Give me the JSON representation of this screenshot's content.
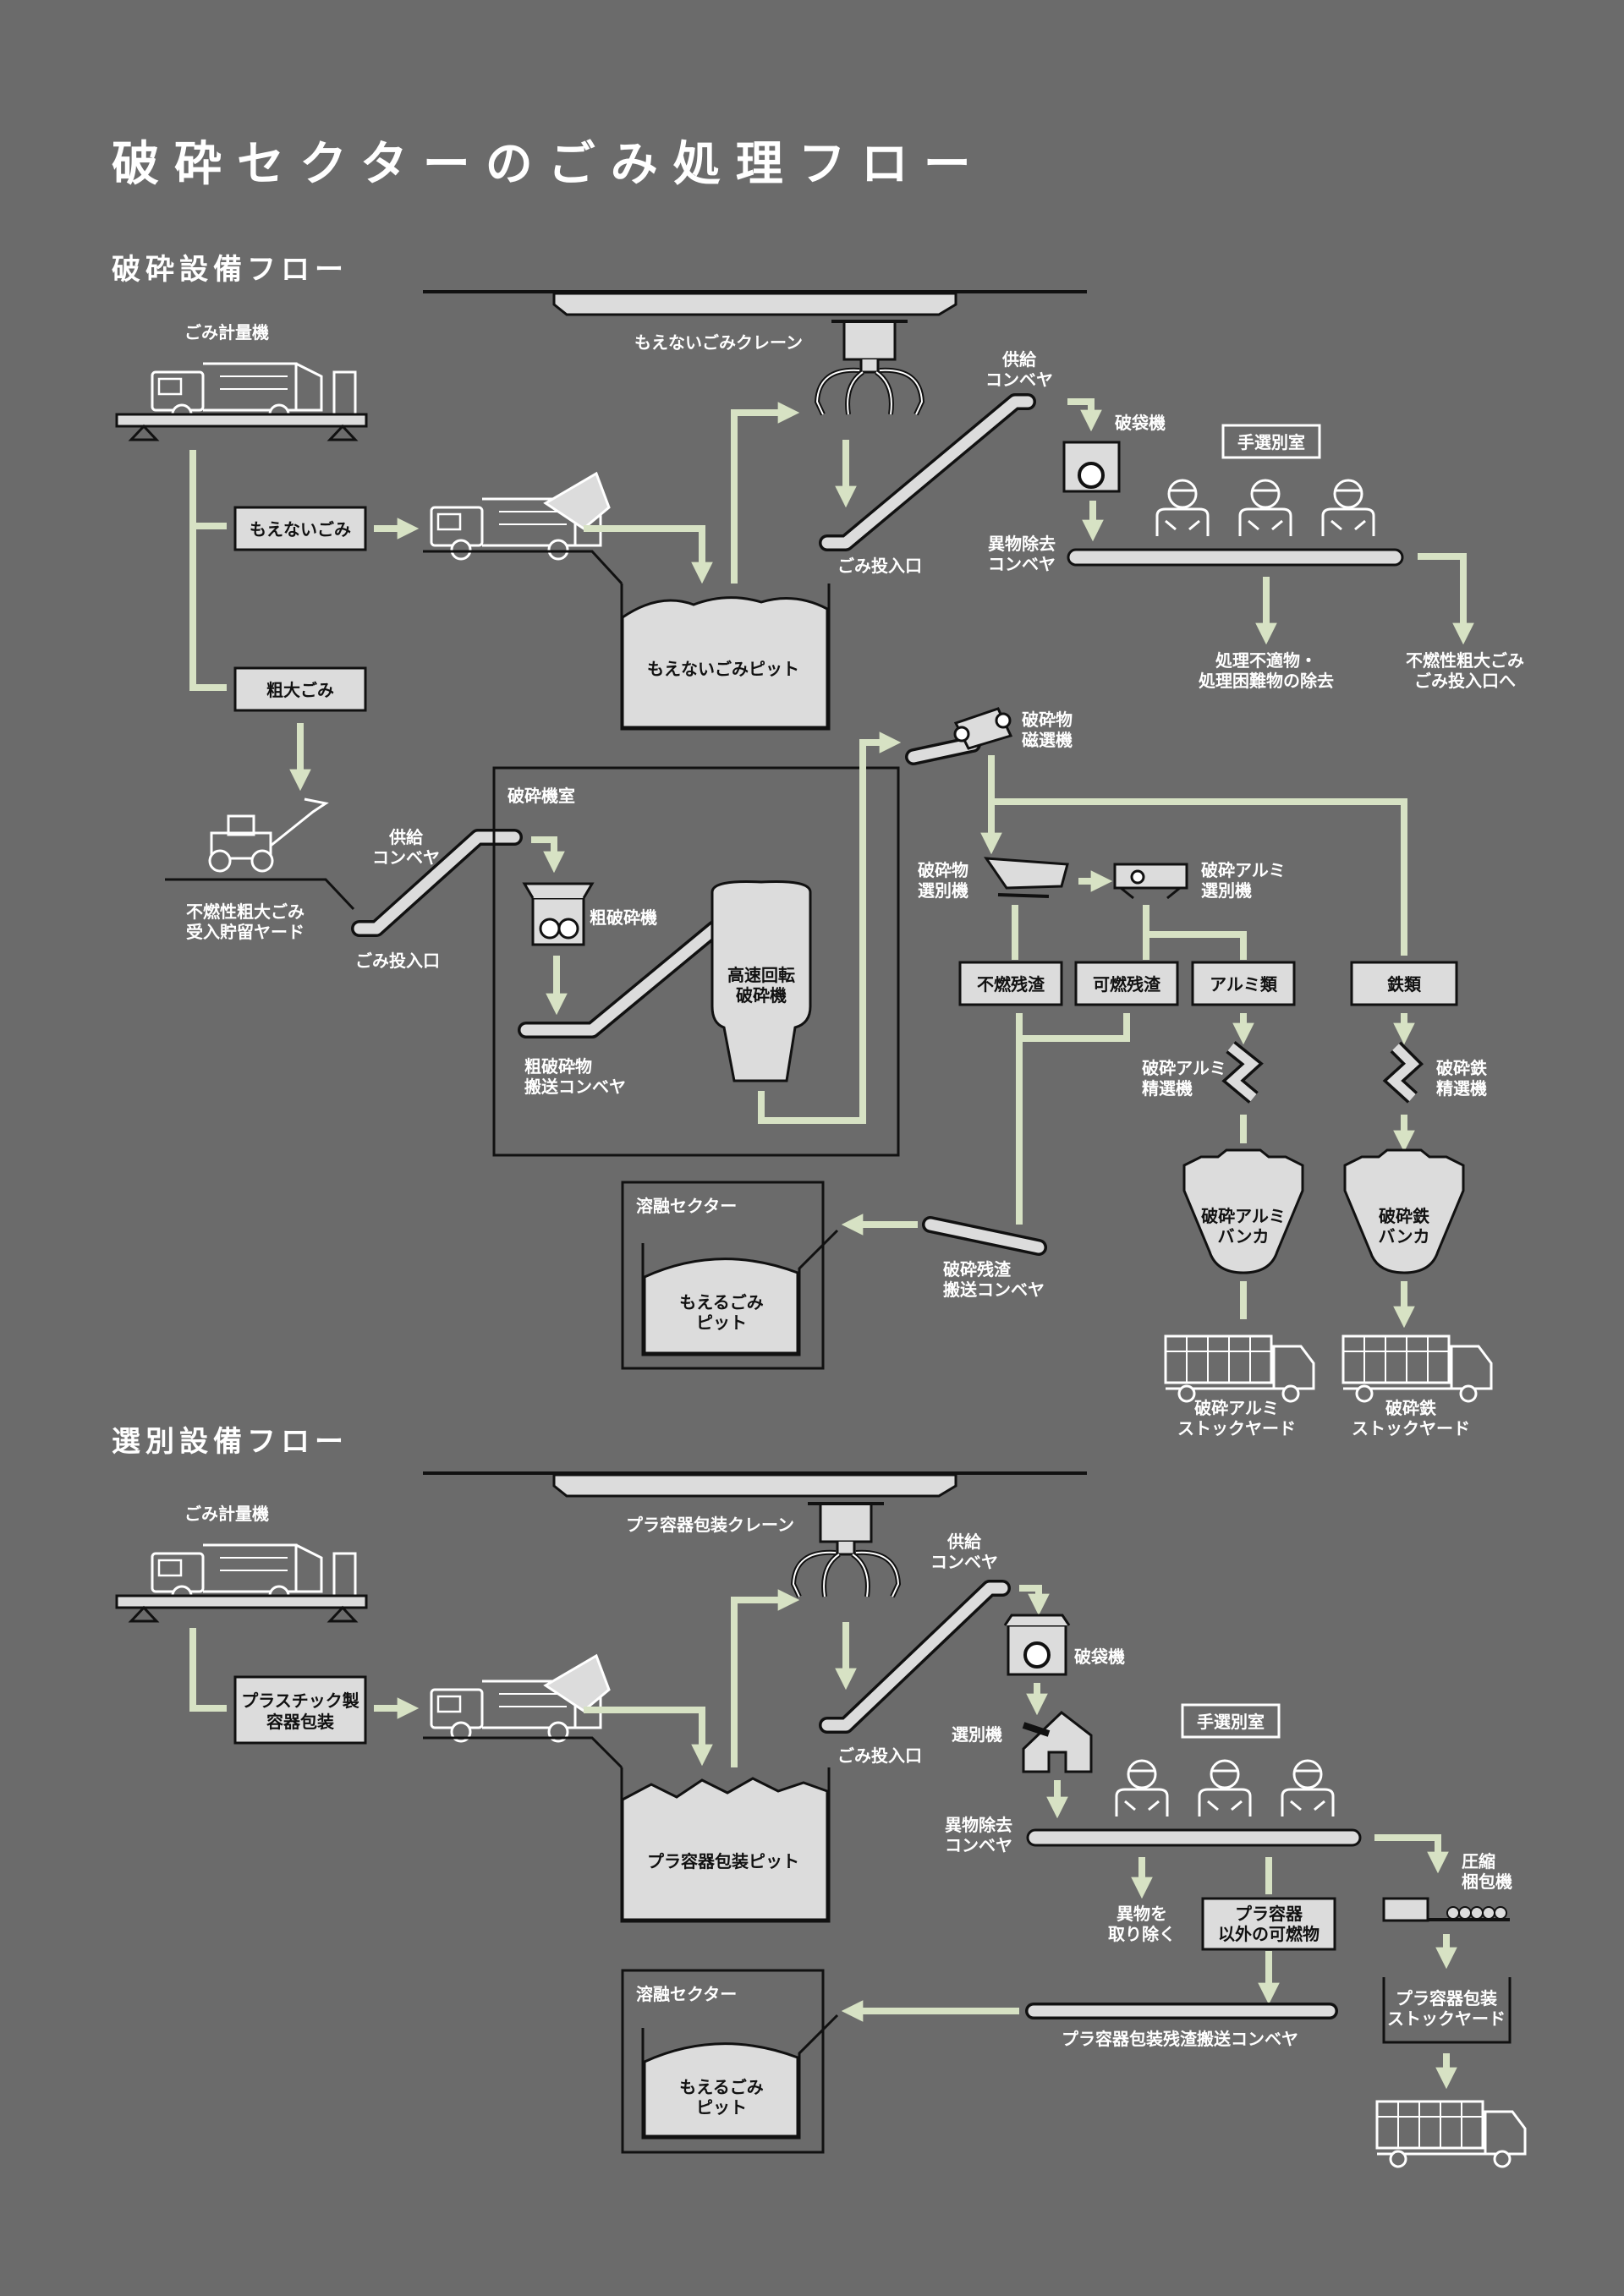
{
  "title": "破砕セクターのごみ処理フロー",
  "colors": {
    "background": "#6b6b6b",
    "flow_arrow": "#d7e2c4",
    "box_fill": "#dcdcdc",
    "outline": "#111111",
    "text_white": "#ffffff"
  },
  "crushing": {
    "heading": "破砕設備フロー",
    "scale": "ごみ計量機",
    "crane": "もえないごみクレーン",
    "supply_conveyor": [
      "供給",
      "コンベヤ"
    ],
    "bag_breaker": "破袋機",
    "hand_sort_room": "手選別室",
    "foreign_conveyor": [
      "異物除去",
      "コンベヤ"
    ],
    "intake": "ごみ投入口",
    "box_noncombustible": "もえないごみ",
    "box_bulky": "粗大ごみ",
    "pit": "もえないごみピット",
    "removal": [
      "処理不適物・",
      "処理困難物の除去"
    ],
    "to_bulky_intake": [
      "不燃性粗大ごみ",
      "ごみ投入口へ"
    ],
    "yard": [
      "不燃性粗大ごみ",
      "受入貯留ヤード"
    ],
    "yard_conveyor": [
      "供給",
      "コンベヤ"
    ],
    "yard_intake": "ごみ投入口",
    "crusher_room": "破砕機室",
    "coarse_crusher": "粗破砕機",
    "coarse_conveyor": [
      "粗破砕物",
      "搬送コンベヤ"
    ],
    "high_speed_crusher": [
      "高速回転",
      "破砕機"
    ],
    "magnetic_sep": [
      "破砕物",
      "磁選機"
    ],
    "sorter": [
      "破砕物",
      "選別機"
    ],
    "alu_sorter": [
      "破砕アルミ",
      "選別機"
    ],
    "tag_noncomb_residue": "不燃残渣",
    "tag_comb_residue": "可燃残渣",
    "tag_aluminum": "アルミ類",
    "tag_iron": "鉄類",
    "alu_refiner": [
      "破砕アルミ",
      "精選機"
    ],
    "iron_refiner": [
      "破砕鉄",
      "精選機"
    ],
    "alu_bunker": [
      "破砕アルミ",
      "バンカ"
    ],
    "iron_bunker": [
      "破砕鉄",
      "バンカ"
    ],
    "alu_yard": [
      "破砕アルミ",
      "ストックヤード"
    ],
    "iron_yard": [
      "破砕鉄",
      "ストックヤード"
    ],
    "melting": "溶融セクター",
    "combustible_pit": [
      "もえるごみ",
      "ピット"
    ],
    "residue_conveyor": [
      "破砕残渣",
      "搬送コンベヤ"
    ]
  },
  "sorting": {
    "heading": "選別設備フロー",
    "scale": "ごみ計量機",
    "crane": "プラ容器包装クレーン",
    "supply_conveyor": [
      "供給",
      "コンベヤ"
    ],
    "bag_breaker": "破袋機",
    "sorter": "選別機",
    "hand_sort_room": "手選別室",
    "foreign_conveyor": [
      "異物除去",
      "コンベヤ"
    ],
    "intake": "ごみ投入口",
    "box_plastic": [
      "プラスチック製",
      "容器包装"
    ],
    "pit": "プラ容器包装ピット",
    "remove_foreign": [
      "異物を",
      "取り除く"
    ],
    "box_other_combustible": [
      "プラ容器",
      "以外の可燃物"
    ],
    "baler": [
      "圧縮",
      "梱包機"
    ],
    "stock_yard": [
      "プラ容器包装",
      "ストックヤード"
    ],
    "melting": "溶融セクター",
    "combustible_pit": [
      "もえるごみ",
      "ピット"
    ],
    "residue_conveyor": "プラ容器包装残渣搬送コンベヤ"
  }
}
